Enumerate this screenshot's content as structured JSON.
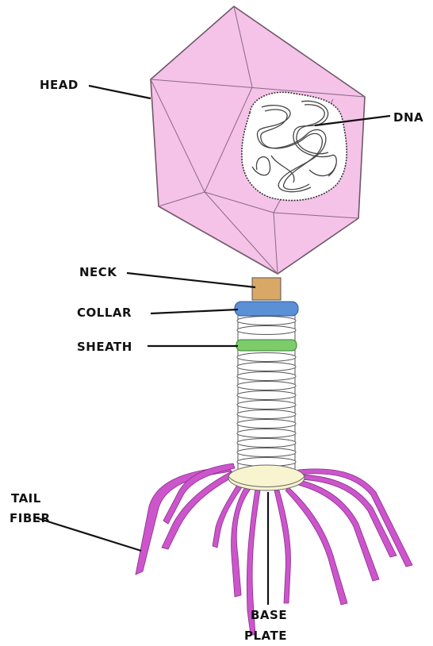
{
  "labels": {
    "head": "HEAD",
    "dna": "DNA",
    "neck": "NECK",
    "collar": "COLLAR",
    "sheath": "SHEATH",
    "tail_fiber_line1": "TAIL",
    "tail_fiber_line2": "FIBER",
    "base_plate_line1": "BASE",
    "base_plate_line2": "PLATE"
  },
  "colors": {
    "head": "#f5c2e8",
    "head_stroke": "#8a6a80",
    "dna_fill": "#ffffff",
    "neck": "#d9a866",
    "collar": "#5b8fd6",
    "sheath_band": "#7ccd6a",
    "tail_rings": "#ffffff",
    "base_plate": "#f7f4cf",
    "tail_fiber": "#cc55cc",
    "leader": "#111111"
  }
}
